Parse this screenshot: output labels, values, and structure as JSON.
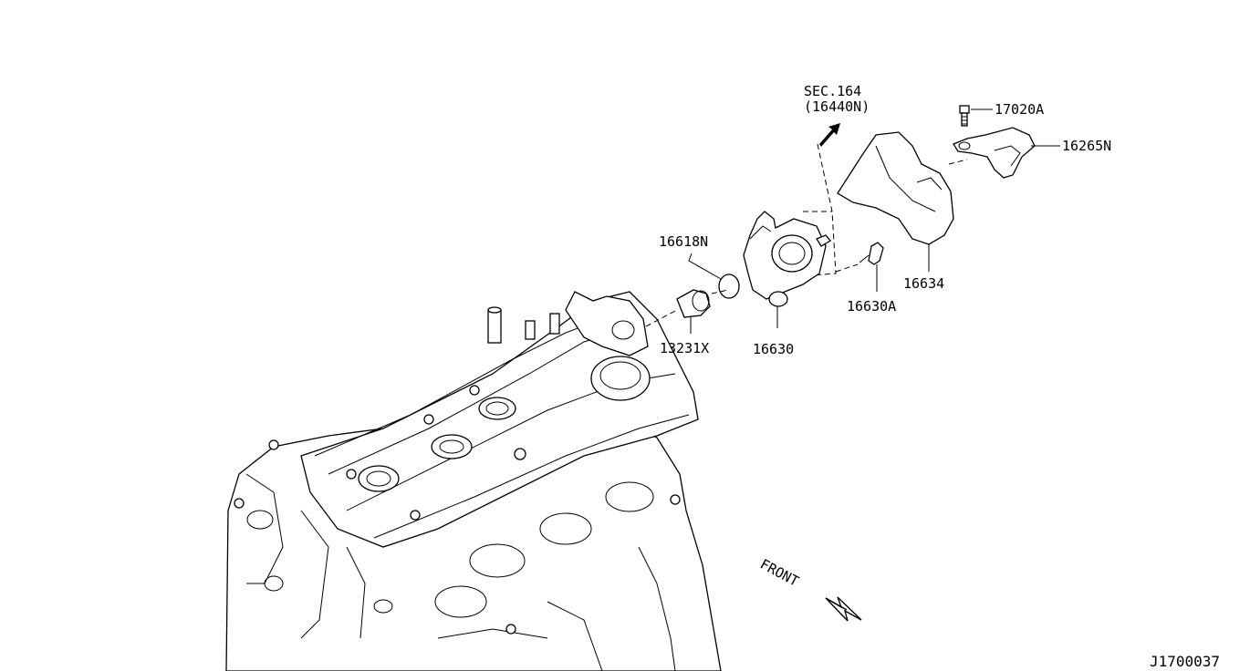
{
  "labels": {
    "sec_line1": "SEC.164",
    "sec_line2": "(16440N)",
    "p17020a": "17020A",
    "p16265n": "16265N",
    "p16618n": "16618N",
    "p16634": "16634",
    "p16630a": "16630A",
    "p13231x": "13231X",
    "p16630": "16630",
    "front": "FRONT",
    "diagram_code": "J1700037"
  }
}
